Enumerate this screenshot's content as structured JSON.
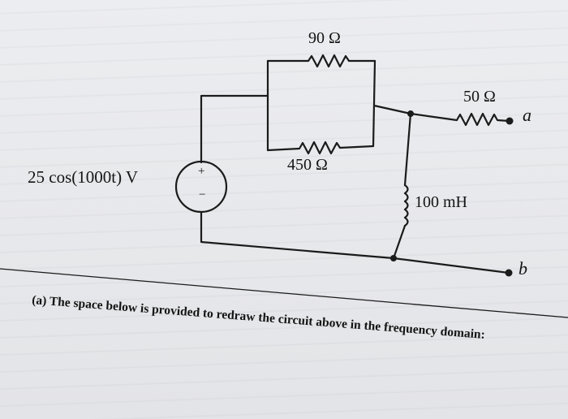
{
  "circuit": {
    "source_label": "25 cos(1000t) V",
    "source_plus": "+",
    "source_minus": "−",
    "r90_label": "90 Ω",
    "r450_label": "450 Ω",
    "r50_label": "50 Ω",
    "inductor_label": "100 mH",
    "terminal_a": "a",
    "terminal_b": "b"
  },
  "caption": "(a) The space below is provided to redraw the circuit above in the frequency domain:"
}
